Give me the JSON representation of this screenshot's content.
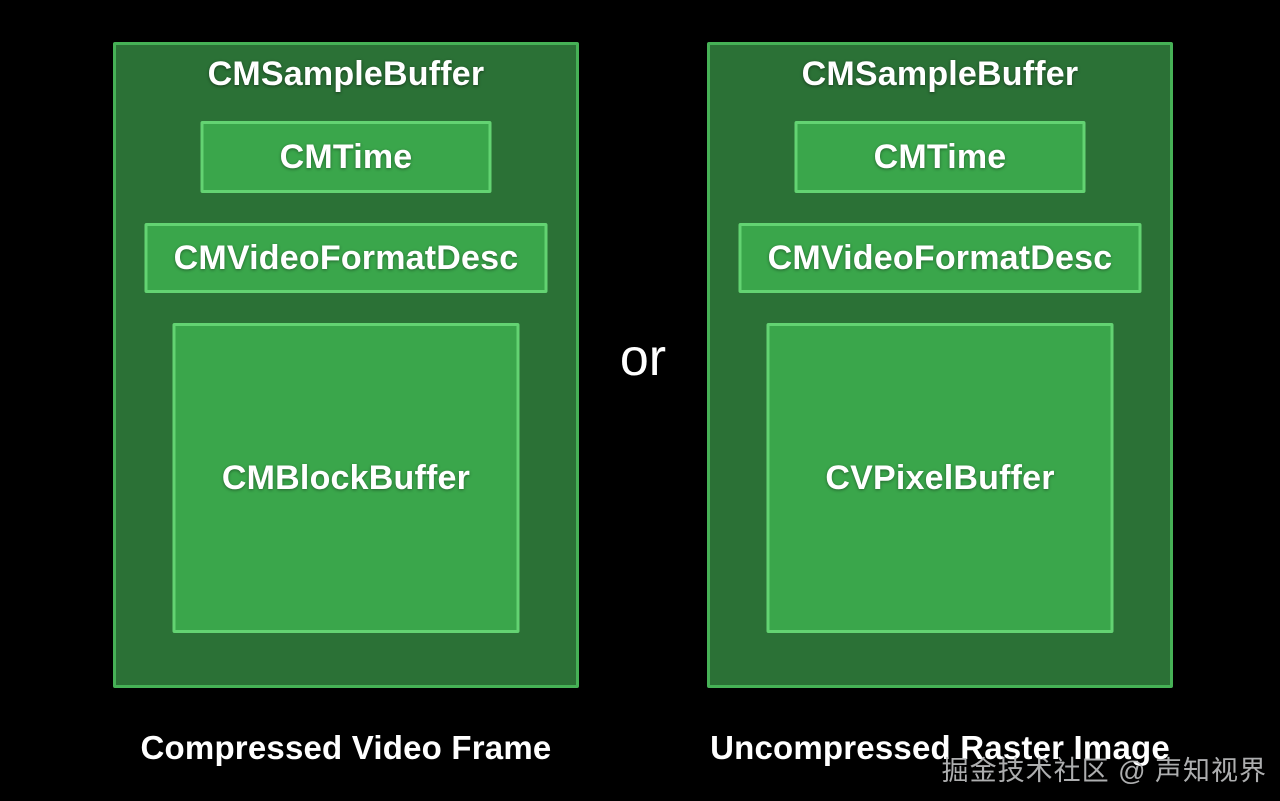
{
  "colors": {
    "bg": "#000000",
    "outer_fill": "#2b7136",
    "outer_border": "#46b156",
    "inner_fill": "#3aa64b",
    "inner_border": "#63d372",
    "text": "#ffffff",
    "watermark": "#c0c1c3"
  },
  "or_label": "or",
  "left": {
    "title": "CMSampleBuffer",
    "boxes": {
      "time": "CMTime",
      "format": "CMVideoFormatDesc",
      "payload": "CMBlockBuffer"
    },
    "caption": "Compressed Video Frame"
  },
  "right": {
    "title": "CMSampleBuffer",
    "boxes": {
      "time": "CMTime",
      "format": "CMVideoFormatDesc",
      "payload": "CVPixelBuffer"
    },
    "caption": "Uncompressed Raster Image"
  },
  "watermark": "掘金技术社区 @ 声知视界"
}
